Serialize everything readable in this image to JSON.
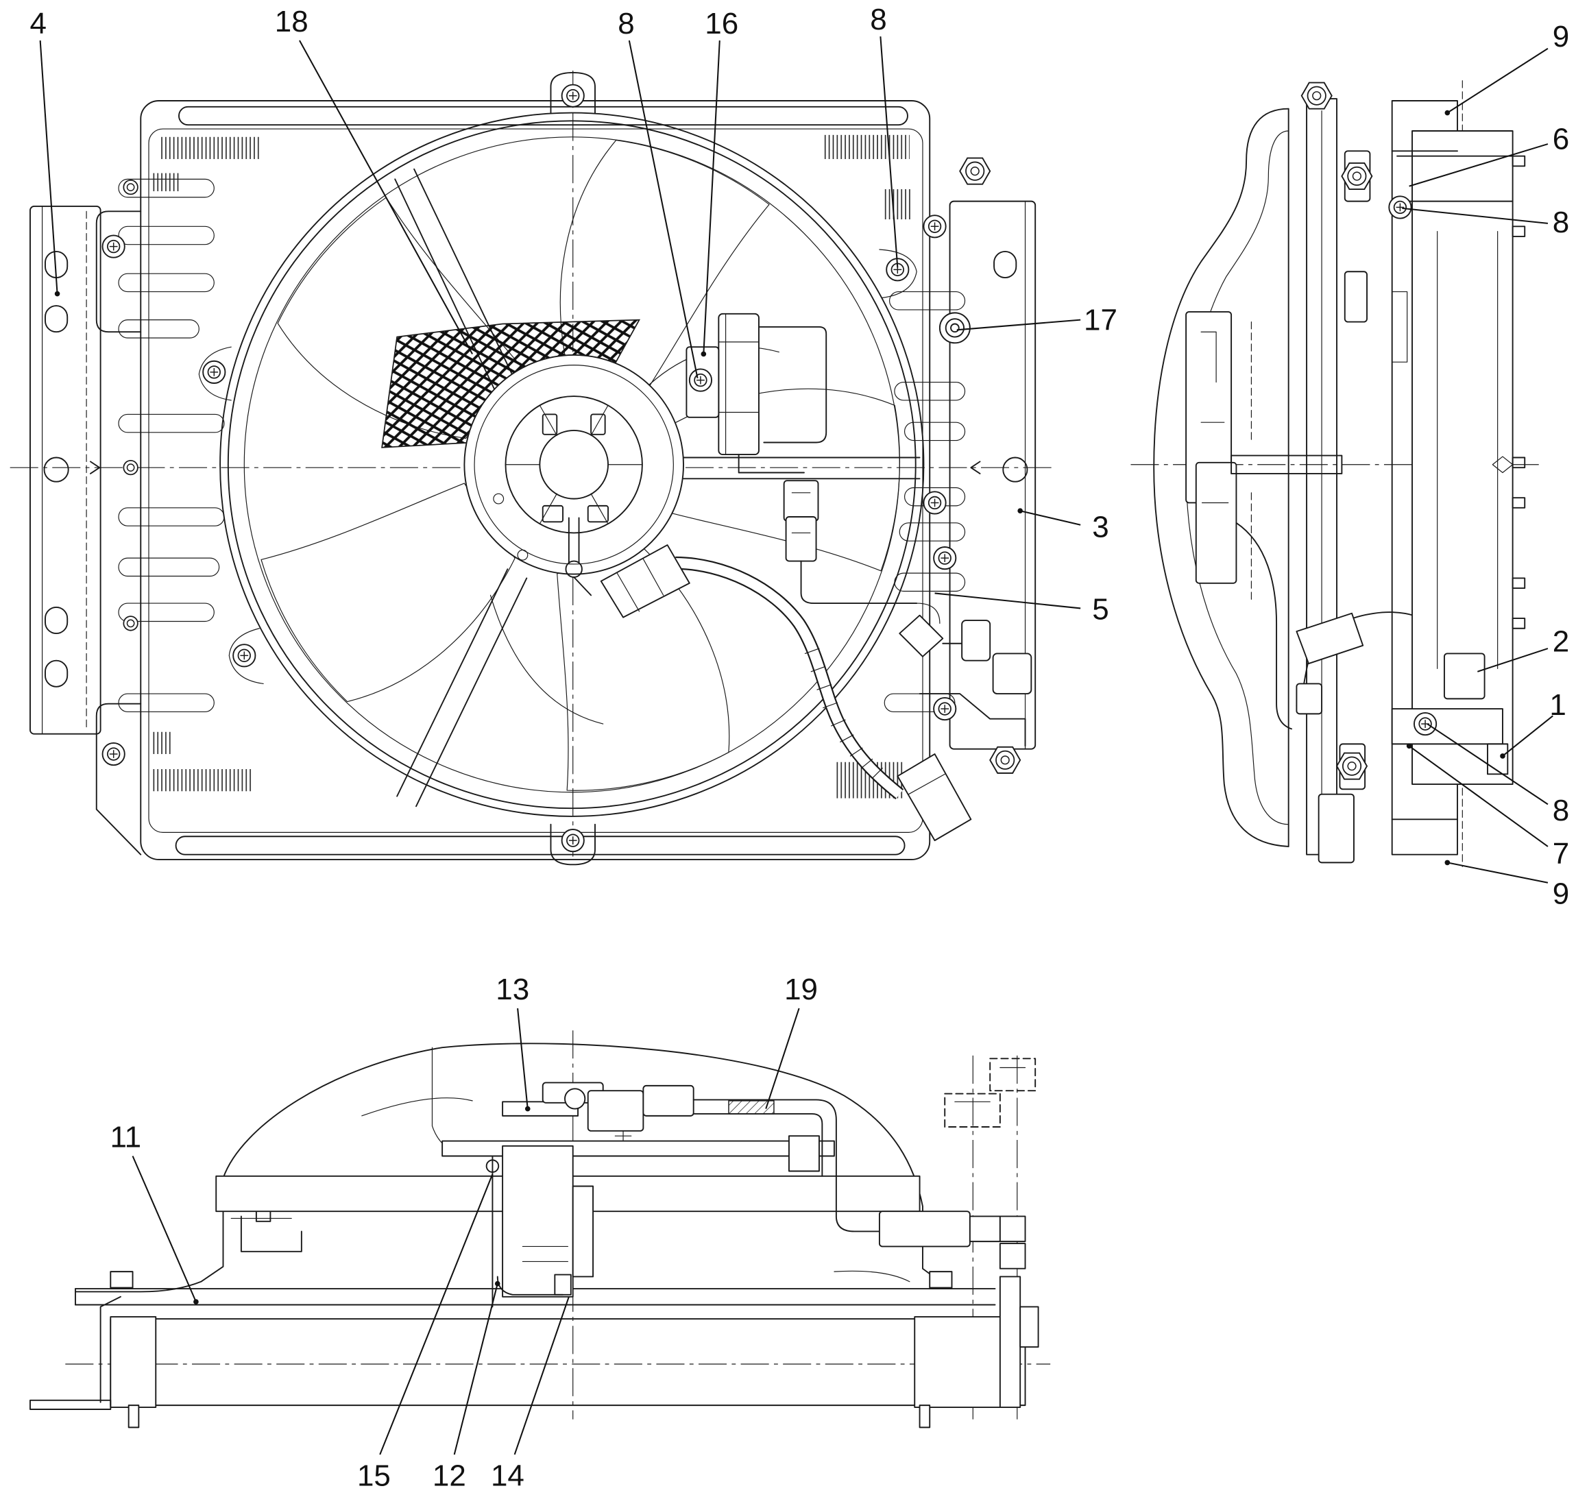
{
  "colors": {
    "ink": "#1a1a1a",
    "paper": "#ffffff"
  },
  "front_view": {
    "callouts": [
      "4",
      "18",
      "8",
      "16",
      "8",
      "17",
      "3",
      "5"
    ]
  },
  "side_view": {
    "callouts": [
      "9",
      "6",
      "8",
      "2",
      "1",
      "8",
      "7",
      "9"
    ]
  },
  "bottom_view": {
    "callouts": [
      "13",
      "19",
      "11",
      "15",
      "12",
      "14"
    ]
  }
}
